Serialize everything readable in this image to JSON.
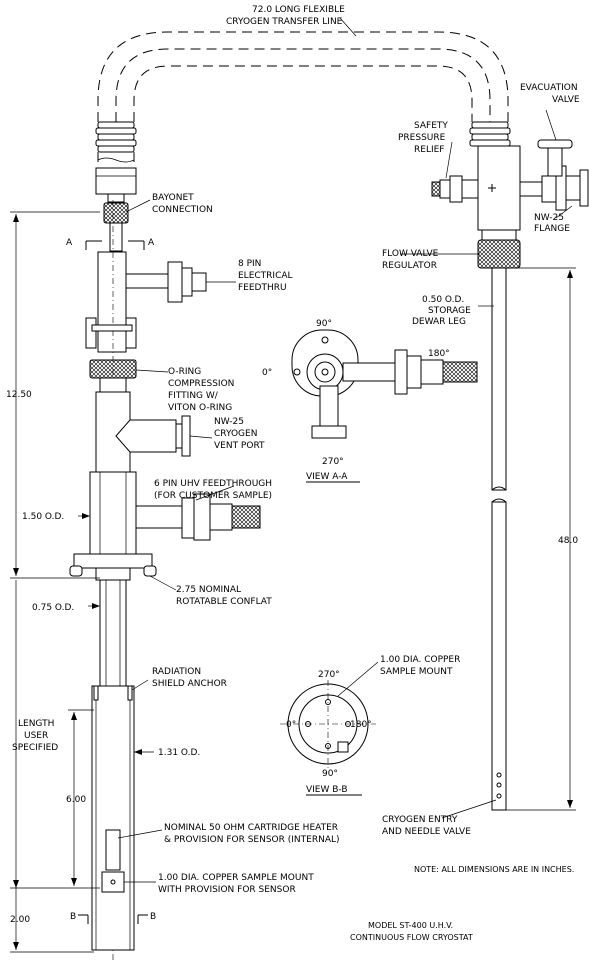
{
  "labels": {
    "transfer_line": [
      "72.0 LONG FLEXIBLE",
      "CRYOGEN TRANSFER LINE"
    ],
    "evacuation_valve": [
      "EVACUATION",
      "VALVE"
    ],
    "safety_relief": [
      "SAFETY",
      "PRESSURE",
      "RELIEF"
    ],
    "nw25_flange": [
      "NW-25",
      "FLANGE"
    ],
    "flow_valve": [
      "FLOW VALVE",
      "REGULATOR"
    ],
    "storage_leg": [
      "0.50 O.D.",
      "STORAGE",
      "DEWAR LEG"
    ],
    "bayonet": [
      "BAYONET",
      "CONNECTION"
    ],
    "section_a_left": "A",
    "section_a_right": "A",
    "electrical_feedthru": [
      "8 PIN",
      "ELECTRICAL",
      "FEEDTHRU"
    ],
    "oring": [
      "O-RING",
      "COMPRESSION",
      "FITTING W/",
      "VITON O-RING"
    ],
    "vent_port": [
      "NW-25",
      "CRYOGEN",
      "VENT PORT"
    ],
    "uhv_feedthrough": [
      "6 PIN UHV FEEDTHROUGH",
      "(FOR CUSTOMER SAMPLE)"
    ],
    "conflat": [
      "2.75 NOMINAL",
      "ROTATABLE CONFLAT"
    ],
    "od_150": "1.50 O.D.",
    "od_075": "0.75 O.D.",
    "radiation_anchor": [
      "RADIATION",
      "SHIELD ANCHOR"
    ],
    "od_131": "1.31 O.D.",
    "length_user": [
      "LENGTH",
      "USER",
      "SPECIFIED"
    ],
    "cartridge_heater": [
      "NOMINAL 50 OHM CARTRIDGE HEATER",
      "& PROVISION FOR SENSOR (INTERNAL)"
    ],
    "sample_mount_main": [
      "1.00 DIA. COPPER SAMPLE MOUNT",
      "WITH PROVISION FOR SENSOR"
    ],
    "section_b_left": "B",
    "section_b_right": "B",
    "sample_mount_b": [
      "1.00 DIA. COPPER",
      "SAMPLE MOUNT"
    ],
    "cryogen_entry": [
      "CRYOGEN ENTRY",
      "AND NEEDLE VALVE"
    ],
    "note": "NOTE: ALL DIMENSIONS ARE IN INCHES.",
    "model": [
      "MODEL ST-400 U.H.V.",
      "CONTINUOUS FLOW CRYOSTAT"
    ]
  },
  "dimensions": {
    "d_1250": "12.50",
    "d_480": "48.0",
    "d_600": "6.00",
    "d_200": "2.00"
  },
  "view_a": {
    "title": "VIEW A-A",
    "deg_top": "90°",
    "deg_left": "0°",
    "deg_right": "180°",
    "deg_bottom": "270°"
  },
  "view_b": {
    "title": "VIEW B-B",
    "deg_top": "270°",
    "deg_left": "0°",
    "deg_right": "180°",
    "deg_bottom": "90°"
  }
}
